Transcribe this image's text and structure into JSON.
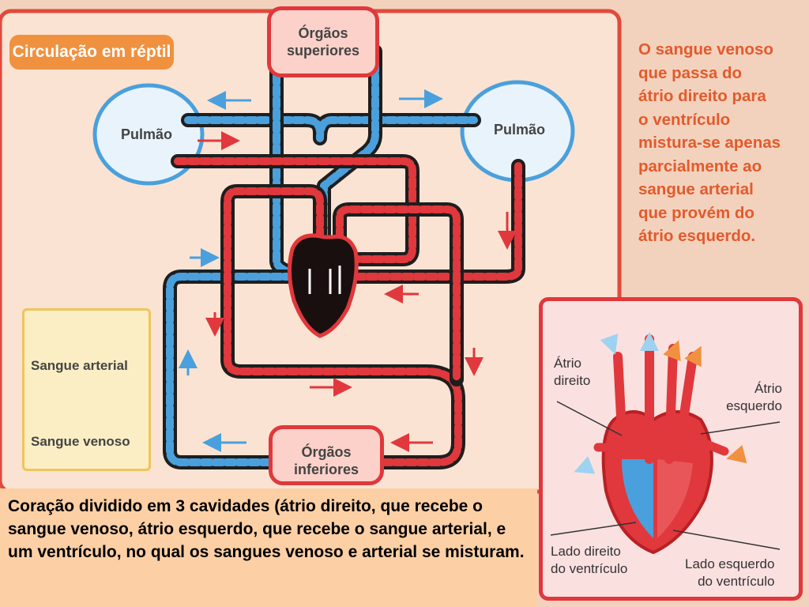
{
  "title": "Circulação em réptil",
  "organs": {
    "top": [
      "Órgãos",
      "superiores"
    ],
    "bottom": [
      "Órgãos",
      "inferiores"
    ]
  },
  "lungs": {
    "left": "Pulmão",
    "right": "Pulmão"
  },
  "note_lines": [
    "O sangue venoso",
    "que passa do",
    "átrio direito para",
    "o ventrículo",
    "mistura-se apenas",
    "parcialmente ao",
    "sangue arterial",
    "que provém do",
    "átrio esquerdo."
  ],
  "legend": {
    "arterial": "Sangue arterial",
    "venous": "Sangue venoso"
  },
  "caption": "Coração dividido em 3 cavidades (átrio direito, que recebe o sangue venoso, átrio esquerdo, que recebe o sangue arterial, e um ventrículo, no qual os sangues venoso e arterial se misturam.",
  "heart_labels": {
    "right_atrium": [
      "Átrio",
      "direito"
    ],
    "left_atrium": [
      "Átrio",
      "esquerdo"
    ],
    "right_side": [
      "Lado direito",
      "do ventrículo"
    ],
    "left_side": [
      "Lado esquerdo",
      "do ventrículo"
    ]
  },
  "colors": {
    "arterial": "#e0383c",
    "venous": "#4aa0dc",
    "tube": "#1e1e1e",
    "frame": "#e0383c",
    "accent_orange": "#f0913f",
    "note_text": "#e35a2c",
    "heart_interior": "#1a0f0f"
  }
}
